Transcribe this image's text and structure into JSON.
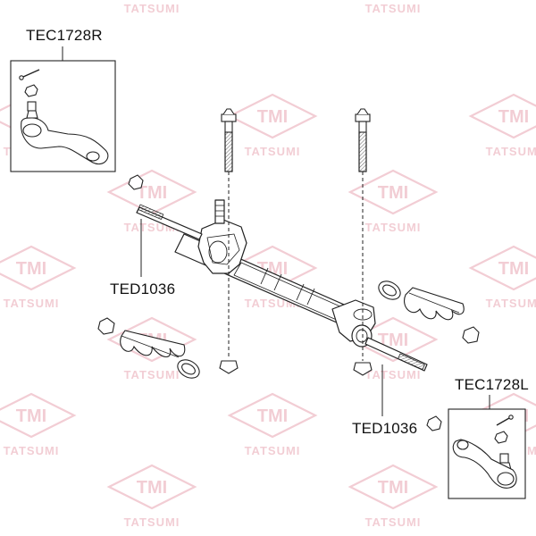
{
  "watermark": {
    "brand": "TMI",
    "name": "TATSUMI",
    "color": "#e8a6b1"
  },
  "labels": {
    "tie_rod_end_right": "TEC1728R",
    "tie_rod_end_left": "TEC1728L",
    "inner_tie_rod_left": "TED1036",
    "inner_tie_rod_right": "TED1036"
  }
}
